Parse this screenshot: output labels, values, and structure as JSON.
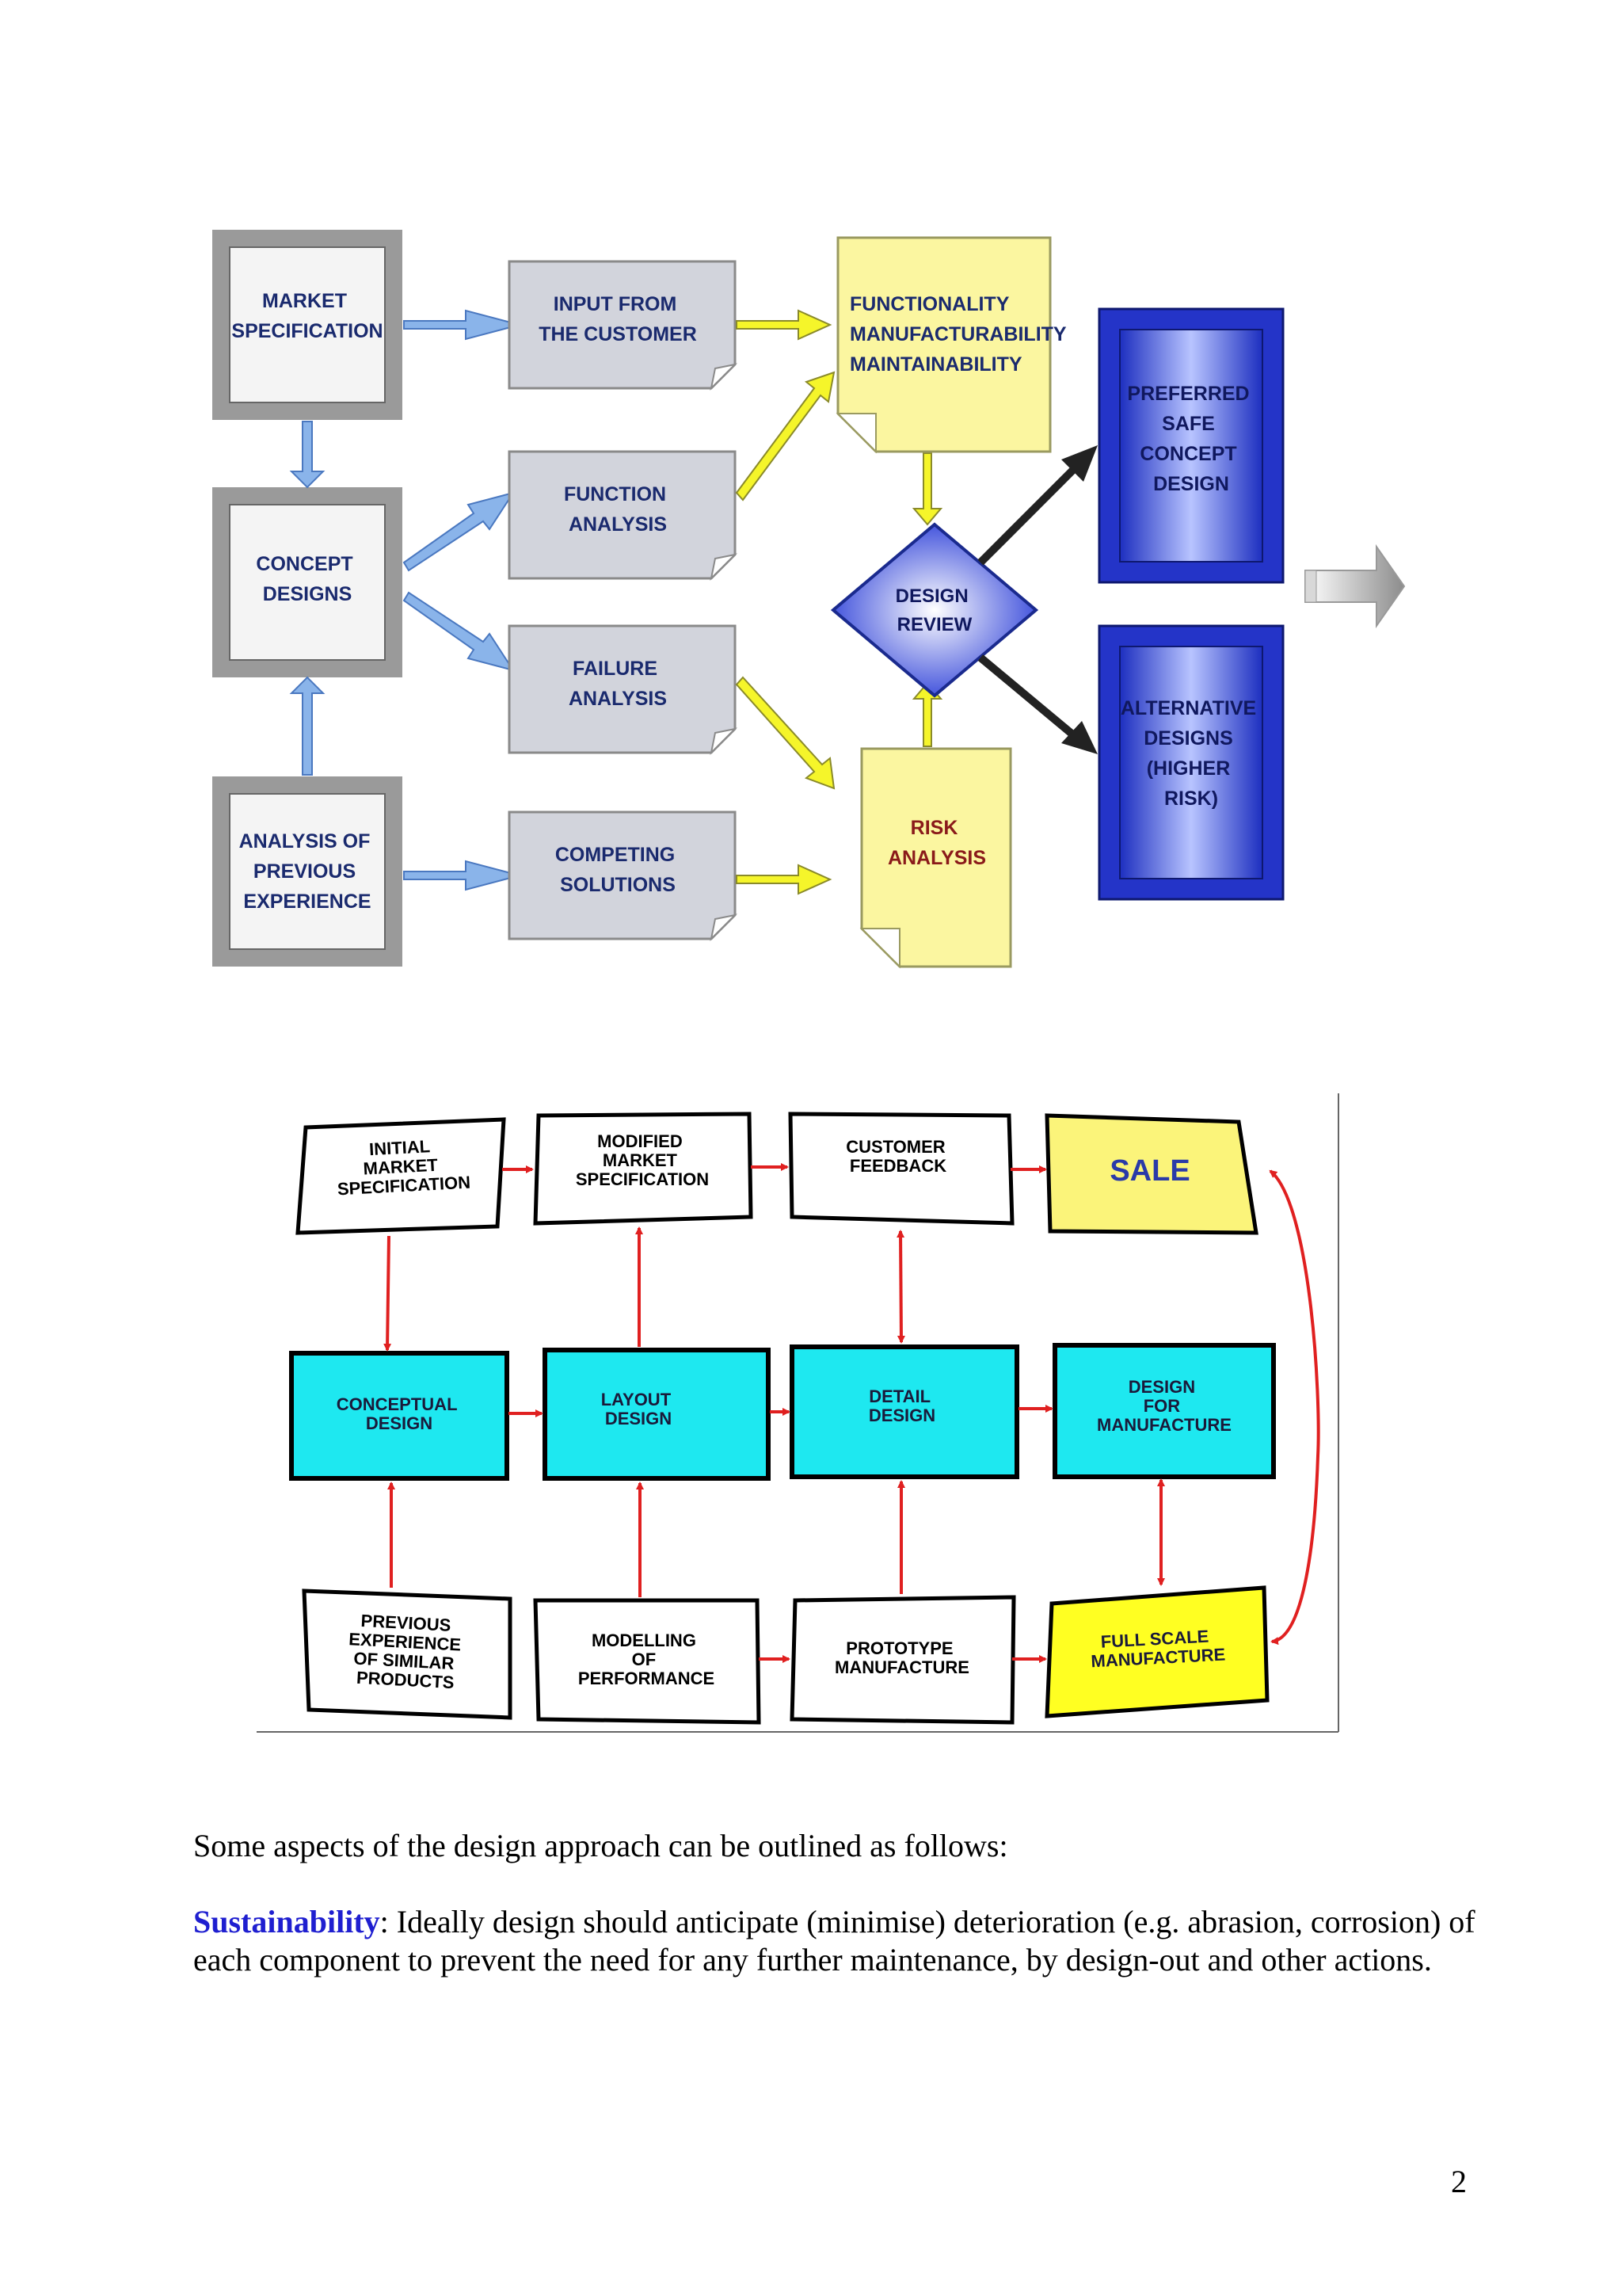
{
  "diagram1": {
    "boxes": {
      "market_spec": [
        "MARKET",
        "SPECIFICATION"
      ],
      "concept": [
        "CONCEPT",
        "DESIGNS"
      ],
      "previous": [
        "ANALYSIS OF",
        "PREVIOUS",
        "EXPERIENCE"
      ],
      "input": [
        "INPUT FROM",
        "THE CUSTOMER"
      ],
      "function": [
        "FUNCTION",
        "ANALYSIS"
      ],
      "failure": [
        "FAILURE",
        "ANALYSIS"
      ],
      "competing": [
        "COMPETING",
        "SOLUTIONS"
      ],
      "fma": [
        "FUNCTIONALITY",
        "MANUFACTURABILITY",
        "MAINTAINABILITY"
      ],
      "risk": [
        "RISK",
        "ANALYSIS"
      ],
      "review": [
        "DESIGN",
        "REVIEW"
      ],
      "preferred": [
        "PREFERRED",
        "SAFE",
        "CONCEPT",
        "DESIGN"
      ],
      "alternative": [
        "ALTERNATIVE",
        "DESIGNS",
        "(HIGHER",
        "RISK)"
      ]
    }
  },
  "diagram2": {
    "boxes": {
      "initial": [
        "INITIAL",
        "MARKET",
        "SPECIFICATION"
      ],
      "modified": [
        "MODIFIED",
        "MARKET",
        "SPECIFICATION"
      ],
      "feedback": [
        "CUSTOMER",
        "FEEDBACK"
      ],
      "sale": [
        "SALE"
      ],
      "conceptual": [
        "CONCEPTUAL",
        "DESIGN"
      ],
      "layout": [
        "LAYOUT",
        "DESIGN"
      ],
      "detail": [
        "DETAIL",
        "DESIGN"
      ],
      "dfm": [
        "DESIGN",
        "FOR",
        "MANUFACTURE"
      ],
      "previous": [
        "PREVIOUS",
        "EXPERIENCE",
        "OF SIMILAR",
        "PRODUCTS"
      ],
      "modelling": [
        "MODELLING",
        "OF",
        "PERFORMANCE"
      ],
      "prototype": [
        "PROTOTYPE",
        "MANUFACTURE"
      ],
      "fullscale": [
        "FULL SCALE",
        "MANUFACTURE"
      ]
    }
  },
  "text": {
    "intro": "Some aspects of the design approach can be outlined as follows:",
    "sustainability_term": "Sustainability",
    "sustainability_body": ": Ideally design should anticipate (minimise) deterioration (e.g. abrasion, corrosion) of each component to prevent the need for any further maintenance, by design-out and other actions."
  },
  "page_number": "2",
  "colors": {
    "navy_text": "#1a2a6e",
    "pale_yellow": "#fbf6a0",
    "blue_box": "#2b3fd1",
    "cyan": "#1ee8f0",
    "yellow": "#ffff22",
    "red_arrow": "#e02020",
    "link_blue": "#1f1fd0"
  }
}
